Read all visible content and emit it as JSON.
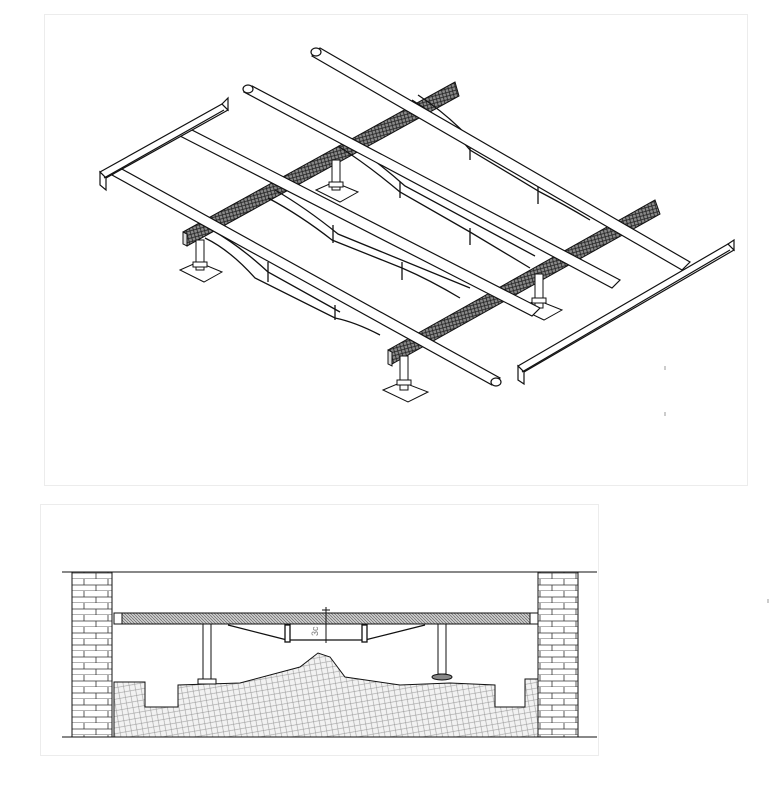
{
  "figure": {
    "top_view": "isometric",
    "bottom_view": "cross-section",
    "section_annotation": "3c",
    "colors": {
      "line": "#1a1a1a",
      "brick_fill": "#ffffff",
      "beam_hatch": "#555555",
      "ground_hatch": "#9a9a9a",
      "background": "#ffffff"
    }
  }
}
